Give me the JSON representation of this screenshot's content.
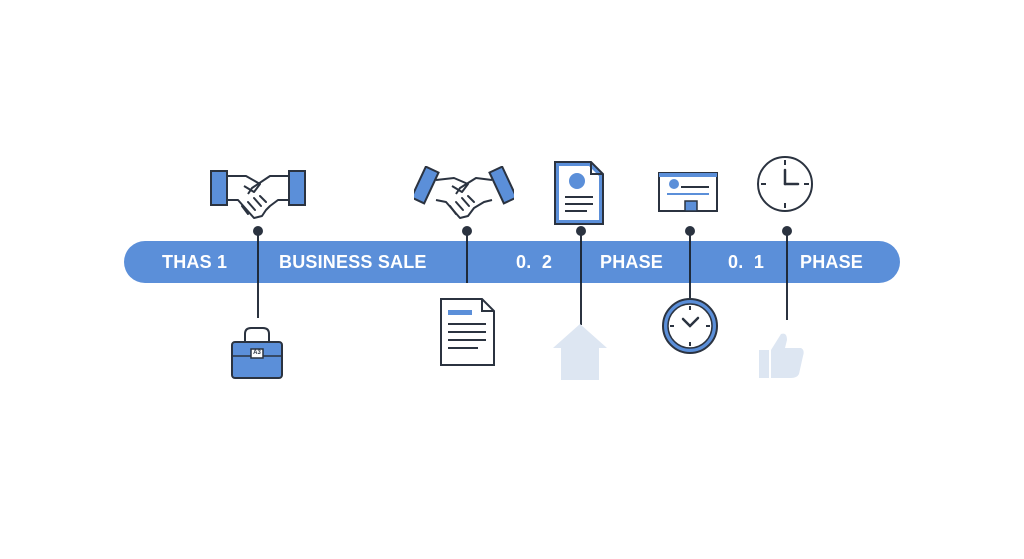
{
  "timeline": {
    "labels": [
      {
        "key": "thas1",
        "text": "THAS 1"
      },
      {
        "key": "business_sale",
        "text": "BUSINESS SALE"
      },
      {
        "key": "v02",
        "text": "0.  2"
      },
      {
        "key": "phase_a",
        "text": "PHASE"
      },
      {
        "key": "v01",
        "text": "0.  1"
      },
      {
        "key": "phase_b",
        "text": "PHASE"
      }
    ],
    "briefcase_tag": "A3"
  },
  "colors": {
    "bar": "#5b8fd9",
    "accent": "#4a7fd0",
    "outline": "#2b3340",
    "faded": "#dde6f2"
  },
  "icons": {
    "top": [
      "handshake-icon",
      "handshake-icon",
      "document-icon",
      "certificate-icon",
      "clock-icon"
    ],
    "bottom": [
      "briefcase-icon",
      "document-icon",
      "house-icon",
      "clock-icon",
      "thumbs-up-icon"
    ]
  }
}
